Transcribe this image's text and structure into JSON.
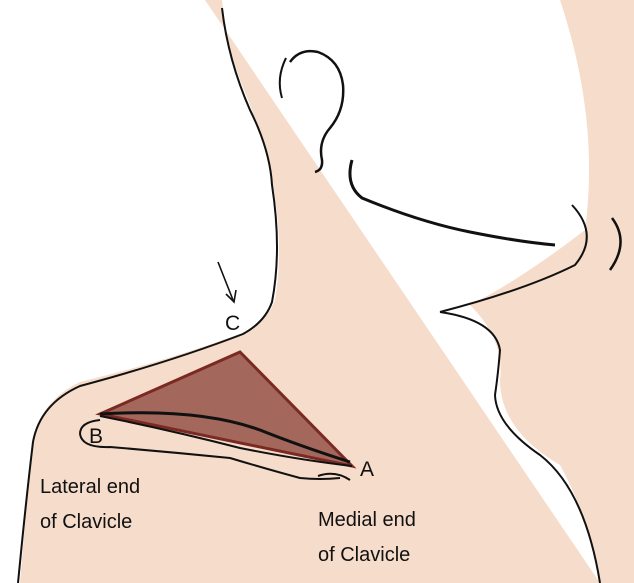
{
  "diagram": {
    "colors": {
      "skin": "#f6dccb",
      "skin_light": "#f9e7da",
      "outline": "#111111",
      "triangle_fill": "#9a5a50",
      "triangle_stroke": "#7a2a22"
    },
    "points": {
      "a": "A",
      "b": "B",
      "c": "C"
    },
    "labels": {
      "lateral_line1": "Lateral end",
      "lateral_line2": "of Clavicle",
      "medial_line1": "Medial end",
      "medial_line2": "of Clavicle"
    }
  }
}
